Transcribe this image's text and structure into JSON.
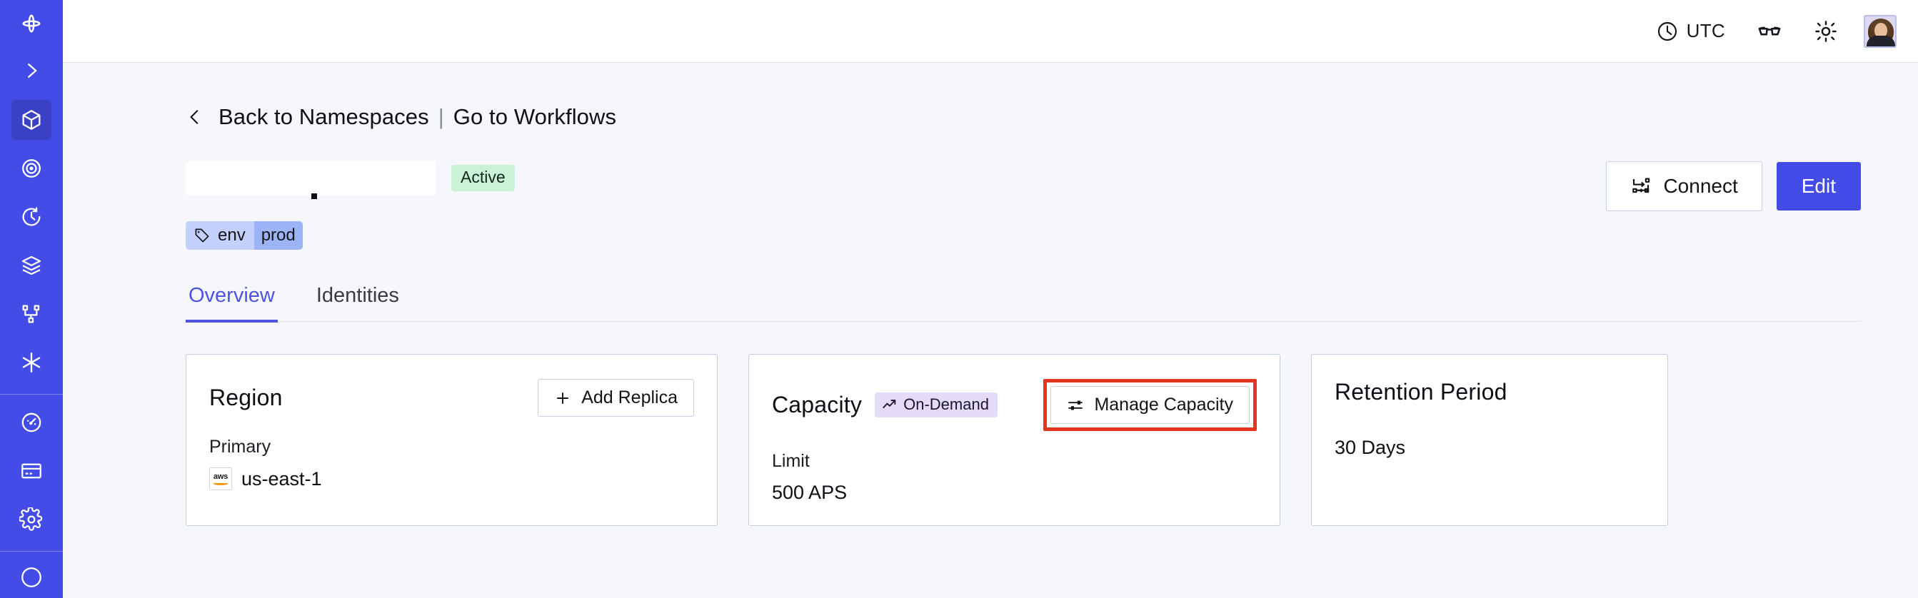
{
  "sidebar": {
    "logo": "temporal-logo",
    "expand_label": "expand-sidebar",
    "groups": [
      {
        "items": [
          {
            "icon": "cube-icon",
            "name": "namespaces",
            "active": true
          },
          {
            "icon": "workflows-icon",
            "name": "workflows",
            "active": false
          },
          {
            "icon": "schedules-icon",
            "name": "schedules",
            "active": false
          },
          {
            "icon": "batch-operations-icon",
            "name": "batch-operations",
            "active": false
          },
          {
            "icon": "nexus-icon",
            "name": "nexus",
            "active": false
          },
          {
            "icon": "asterisk-icon",
            "name": "integrations",
            "active": false
          }
        ]
      },
      {
        "items": [
          {
            "icon": "usage-gauge-icon",
            "name": "usage",
            "active": false
          },
          {
            "icon": "billing-card-icon",
            "name": "billing",
            "active": false
          },
          {
            "icon": "settings-gear-icon",
            "name": "settings",
            "active": false
          }
        ]
      }
    ]
  },
  "topbar": {
    "timezone_label": "UTC",
    "timezone_icon": "clock-icon",
    "glasses_icon": "glasses-icon",
    "theme_icon": "sun-icon",
    "avatar": "user-avatar"
  },
  "breadcrumb": {
    "back_icon": "chevron-left-icon",
    "back_label": "Back to Namespaces",
    "separator": "|",
    "forward_label": "Go to Workflows"
  },
  "namespace": {
    "title": "",
    "title_redacted": true,
    "status_badge": "Active",
    "tag": {
      "icon": "tag-icon",
      "key": "env",
      "value": "prod"
    }
  },
  "actions": {
    "connect_label": "Connect",
    "connect_icon": "connect-flow-icon",
    "edit_label": "Edit"
  },
  "tabs": [
    {
      "label": "Overview",
      "active": true
    },
    {
      "label": "Identities",
      "active": false
    }
  ],
  "cards": {
    "region": {
      "title": "Region",
      "button_label": "Add Replica",
      "button_icon": "plus-icon",
      "sub_label": "Primary",
      "provider_icon": "aws-logo",
      "value": "us-east-1"
    },
    "capacity": {
      "title": "Capacity",
      "badge_label": "On-Demand",
      "badge_icon": "trending-up-icon",
      "button_label": "Manage Capacity",
      "button_icon": "sliders-icon",
      "button_highlighted": true,
      "sub_label": "Limit",
      "value": "500 APS"
    },
    "retention": {
      "title": "Retention Period",
      "value": "30 Days"
    }
  },
  "colors": {
    "sidebar_bg": "#444ce7",
    "sidebar_active": "#3b41c5",
    "accent": "#4f54e0",
    "page_bg": "#f6f7fa",
    "card_border": "#c7cde0",
    "status_active_bg": "#c9f2d7",
    "tag_bg": "#c3d0fb",
    "tag_value_bg": "#9cb4f6",
    "badge_ondemand_bg": "#e3dbf8",
    "annotation_red": "#e43520"
  }
}
